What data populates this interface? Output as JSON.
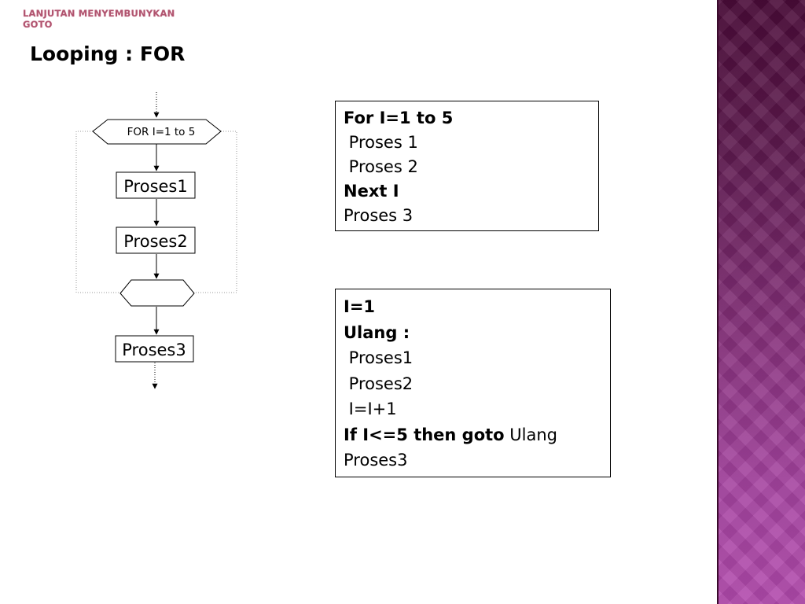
{
  "header": {
    "line1": "LANJUTAN MENYEMBUNYKAN",
    "line2": "GOTO"
  },
  "title": "Looping : FOR",
  "flowchart": {
    "for_label": "FOR I=1 to 5",
    "step1": "Proses1",
    "step2": "Proses2",
    "step3": "Proses3"
  },
  "code_box_1": {
    "line1": "For I=1 to 5",
    "line2": " Proses 1",
    "line3": " Proses 2",
    "line4": "Next I",
    "line5": "Proses 3"
  },
  "code_box_2": {
    "line1": "I=1",
    "line2": "Ulang :",
    "line3": " Proses1",
    "line4": " Proses2",
    "line5": " I=I+1",
    "line6_bold": "If I<=5 then goto",
    "line6_rest": " Ulang",
    "line7": "Proses3"
  },
  "colors": {
    "header_text": "#b0546f",
    "side_band_top": "#4a0b38",
    "side_band_bottom": "#b24aad"
  }
}
